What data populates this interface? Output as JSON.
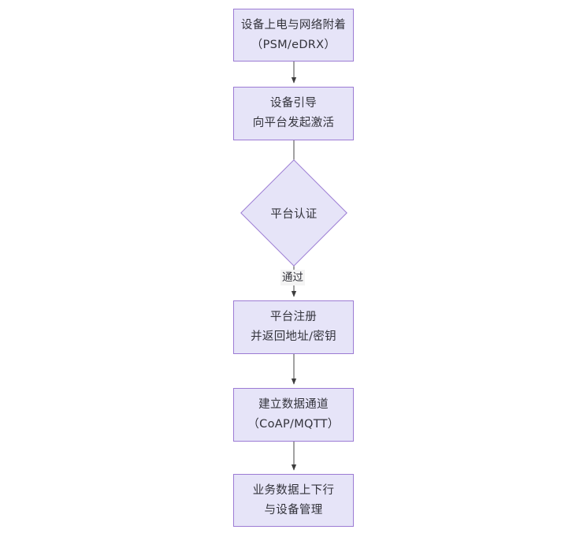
{
  "diagram": {
    "type": "flowchart",
    "orientation": "top-to-bottom",
    "title": "",
    "background_color": "#ffffff",
    "node_fill_color": "#e6e4f8",
    "node_border_color": "#9c7bd4",
    "node_text_color": "#33333b",
    "edge_color": "#555555",
    "nodes": [
      {
        "id": "n1",
        "shape": "rectangle",
        "line1": "设备上电与网络附着",
        "line2": "（PSM/eDRX）"
      },
      {
        "id": "n2",
        "shape": "rectangle",
        "line1": "设备引导",
        "line2": "向平台发起激活"
      },
      {
        "id": "n3",
        "shape": "diamond",
        "line1": "平台认证",
        "line2": ""
      },
      {
        "id": "n4",
        "shape": "rectangle",
        "line1": "平台注册",
        "line2": "并返回地址/密钥"
      },
      {
        "id": "n5",
        "shape": "rectangle",
        "line1": "建立数据通道",
        "line2": "（CoAP/MQTT）"
      },
      {
        "id": "n6",
        "shape": "rectangle",
        "line1": "业务数据上下行",
        "line2": "与设备管理"
      }
    ],
    "edges": [
      {
        "id": "e1",
        "from": "n1",
        "to": "n2",
        "label": ""
      },
      {
        "id": "e2",
        "from": "n2",
        "to": "n3",
        "label": ""
      },
      {
        "id": "e3",
        "from": "n3",
        "to": "n4",
        "label": "通过"
      },
      {
        "id": "e4",
        "from": "n4",
        "to": "n5",
        "label": ""
      },
      {
        "id": "e5",
        "from": "n5",
        "to": "n6",
        "label": ""
      }
    ]
  }
}
